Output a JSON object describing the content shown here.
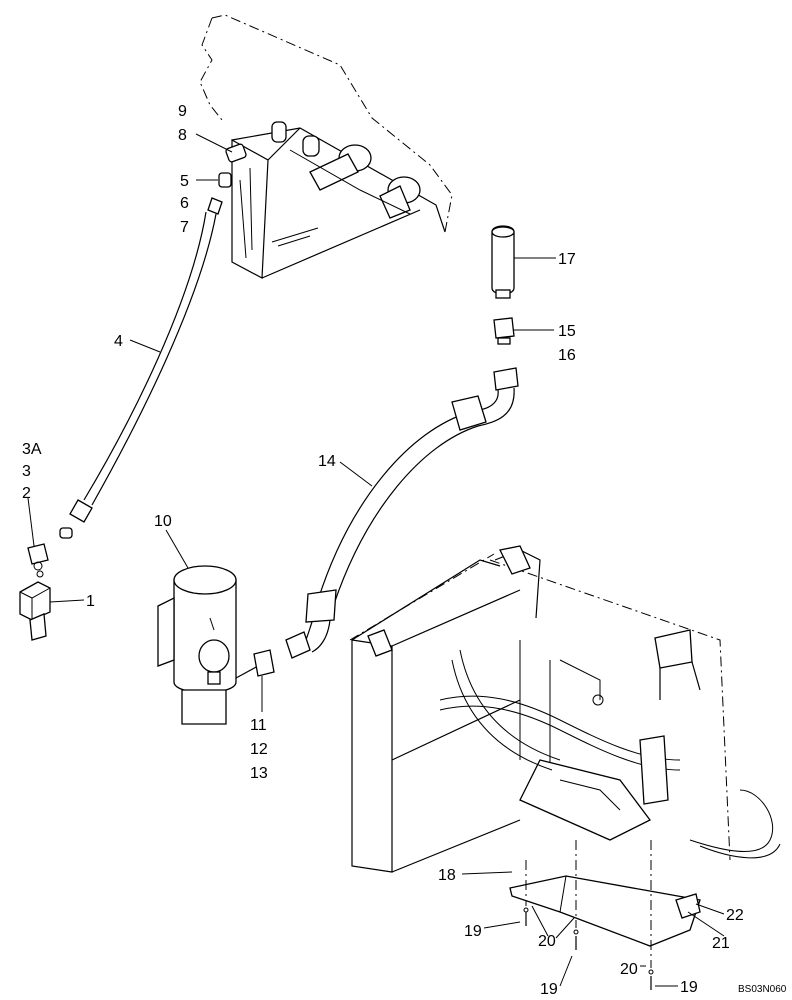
{
  "callouts": {
    "c1": "1",
    "c2": "2",
    "c3": "3",
    "c3a": "3A",
    "c4": "4",
    "c5": "5",
    "c6": "6",
    "c7": "7",
    "c8": "8",
    "c9": "9",
    "c10": "10",
    "c11": "11",
    "c12": "12",
    "c13": "13",
    "c14": "14",
    "c15": "15",
    "c16": "16",
    "c17": "17",
    "c18": "18",
    "c19a": "19",
    "c19b": "19",
    "c19c": "19",
    "c20a": "20",
    "c20b": "20",
    "c21": "21",
    "c22": "22"
  },
  "drawing_code": "BS03N060"
}
